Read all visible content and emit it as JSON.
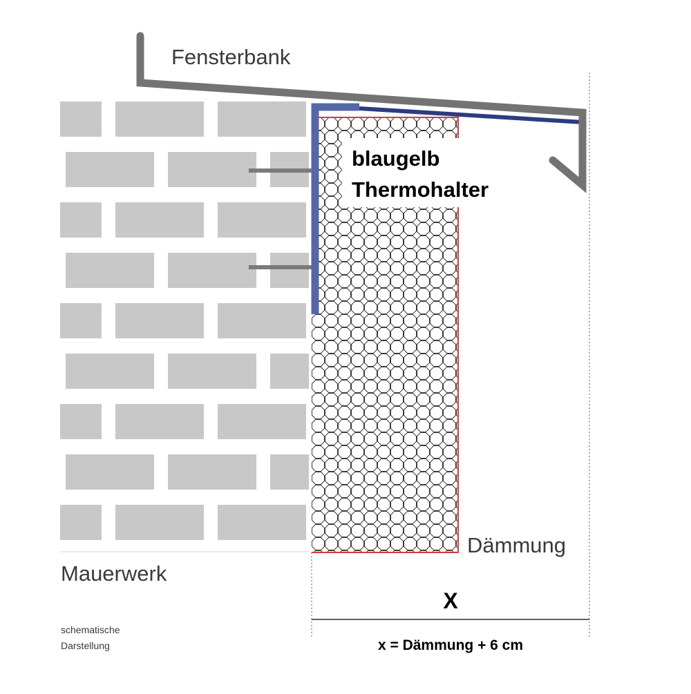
{
  "labels": {
    "window_sill": "Fensterbank",
    "product_line1": "blaugelb",
    "product_line2": "Thermohalter",
    "insulation": "Dämmung",
    "masonry": "Mauerwerk",
    "dimension_var": "X",
    "formula": "x = Dämmung + 6 cm",
    "caption_line1": "schematische",
    "caption_line2": "Darstellung"
  },
  "colors": {
    "brick": "#c8c8c8",
    "sill": "#737373",
    "holder": "#5567a8",
    "holder_dark": "#2c3c80",
    "insulation_border": "#d93a3a",
    "insulation_hatch": "#333333",
    "anchor": "#7a7a7a"
  }
}
